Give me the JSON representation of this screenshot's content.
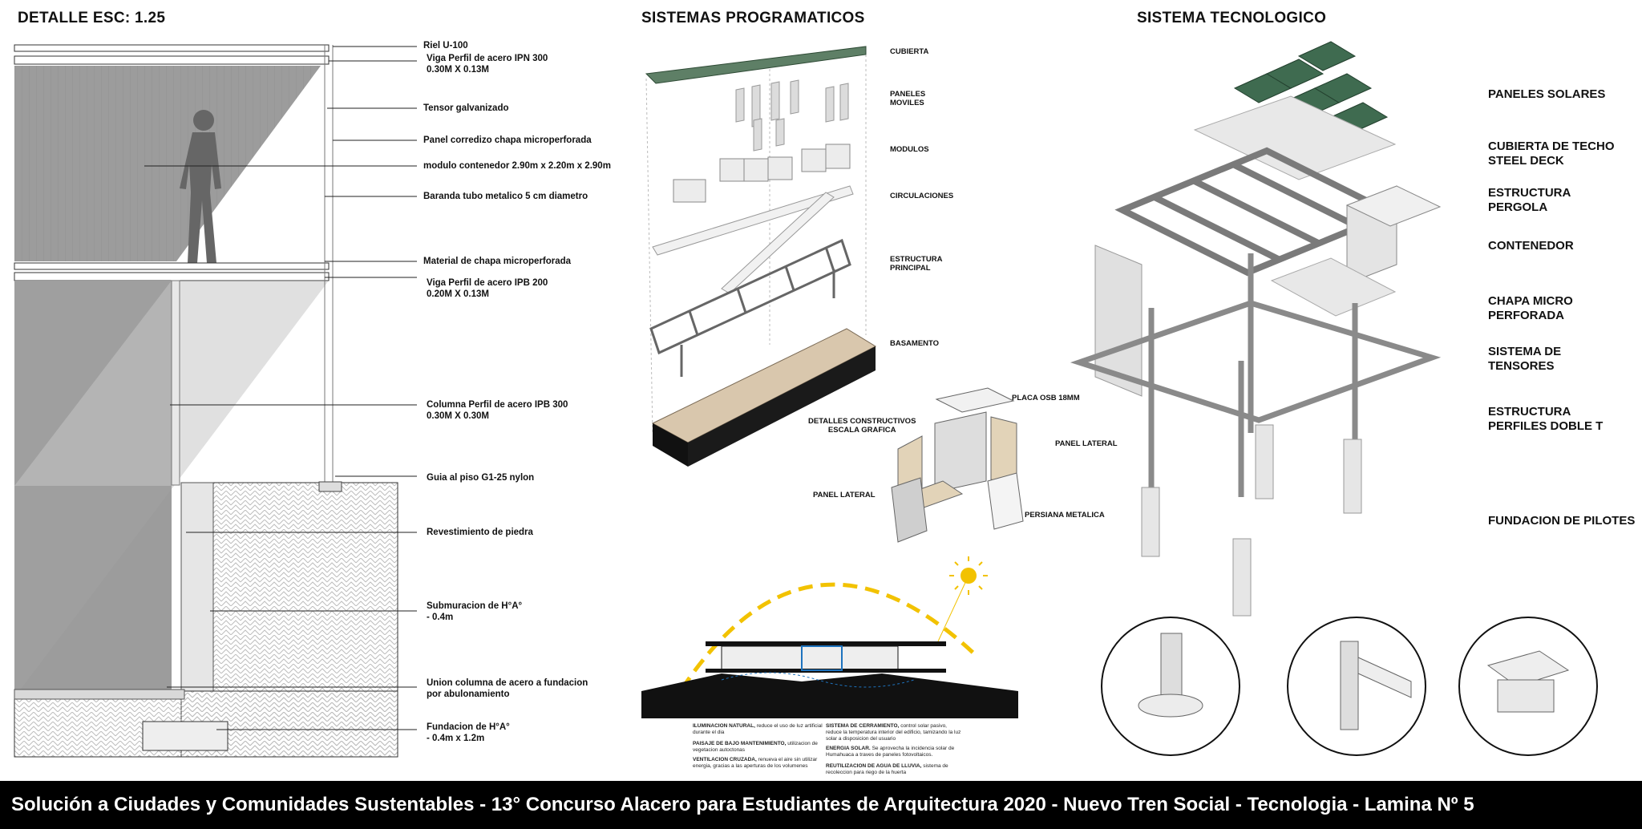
{
  "sections": {
    "detail": "DETALLE ESC: 1.25",
    "programmatic": "SISTEMAS PROGRAMATICOS",
    "tech": "SISTEMA TECNOLOGICO"
  },
  "detail_labels": [
    "Riel U-100",
    "Viga Perfil de acero IPN 300\n0.30M X 0.13M",
    "Tensor galvanizado",
    "Panel corredizo chapa microperforada",
    "modulo contenedor 2.90m x 2.20m x 2.90m",
    "Baranda tubo metalico 5 cm diametro",
    "Material de chapa microperforada",
    "Viga Perfil de acero IPB 200\n0.20M X 0.13M",
    "Columna Perfil de acero IPB 300\n0.30M X 0.30M",
    "Guia al piso G1-25 nylon",
    "Revestimiento de piedra",
    "Submuracion de H°A°\n- 0.4m",
    "Union columna de acero a fundacion\npor abulonamiento",
    "Fundacion de H°A°\n- 0.4m x 1.2m"
  ],
  "prog_labels": [
    "CUBIERTA",
    "PANELES\nMOVILES",
    "MODULOS",
    "CIRCULACIONES",
    "ESTRUCTURA\nPRINCIPAL",
    "BASAMENTO"
  ],
  "module_labels": {
    "osb": "PLACA OSB 18MM",
    "details": "DETALLES CONSTRUCTIVOS\nESCALA GRAFICA",
    "panel_right": "PANEL LATERAL",
    "panel_left": "PANEL LATERAL",
    "blind": "PERSIANA METALICA"
  },
  "legend": [
    {
      "title": "ILUMINACION NATURAL,",
      "text": "reduce el uso de luz artificial durante el dia"
    },
    {
      "title": "PAISAJE DE BAJO MANTENIMIENTO,",
      "text": "utilizacion de vegetacion autoctonas"
    },
    {
      "title": "VENTILACION CRUZADA,",
      "text": "renueva el aire sin utilizar energia, gracias a las aperturas de los volumenes"
    },
    {
      "title": "SISTEMA DE CERRAMIENTO,",
      "text": "control solar pasivo, reduce la temperatura interior del edificio, tamizando la luz solar a disposicion del usuario"
    },
    {
      "title": "ENERGIA SOLAR.",
      "text": "Se aprovecha la incidencia solar de Humahuaca a traves de paneles fotovoltaicos."
    },
    {
      "title": "REUTILIZACION DE AGUA DE LLUVIA,",
      "text": "sistema de recoleccion para riego de la huerta"
    }
  ],
  "tech_labels": [
    "PANELES SOLARES",
    "CUBIERTA DE TECHO\nSTEEL DECK",
    "ESTRUCTURA\nPERGOLA",
    "CONTENEDOR",
    "CHAPA MICRO\nPERFORADA",
    "SISTEMA DE\nTENSORES",
    "ESTRUCTURA\nPERFILES DOBLE T",
    "FUNDACION DE PILOTES"
  ],
  "footer": "Solución a Ciudades y Comunidades Sustentables - 13° Concurso Alacero para Estudiantes de Arquitectura 2020 - Nuevo Tren Social - Tecnologia - Lamina Nº 5",
  "colors": {
    "solar": "#3f6b50",
    "sun": "#f2c200",
    "wood": "#d9c7ad",
    "steel": "#9a9a9a",
    "dark": "#1a1a1a"
  }
}
